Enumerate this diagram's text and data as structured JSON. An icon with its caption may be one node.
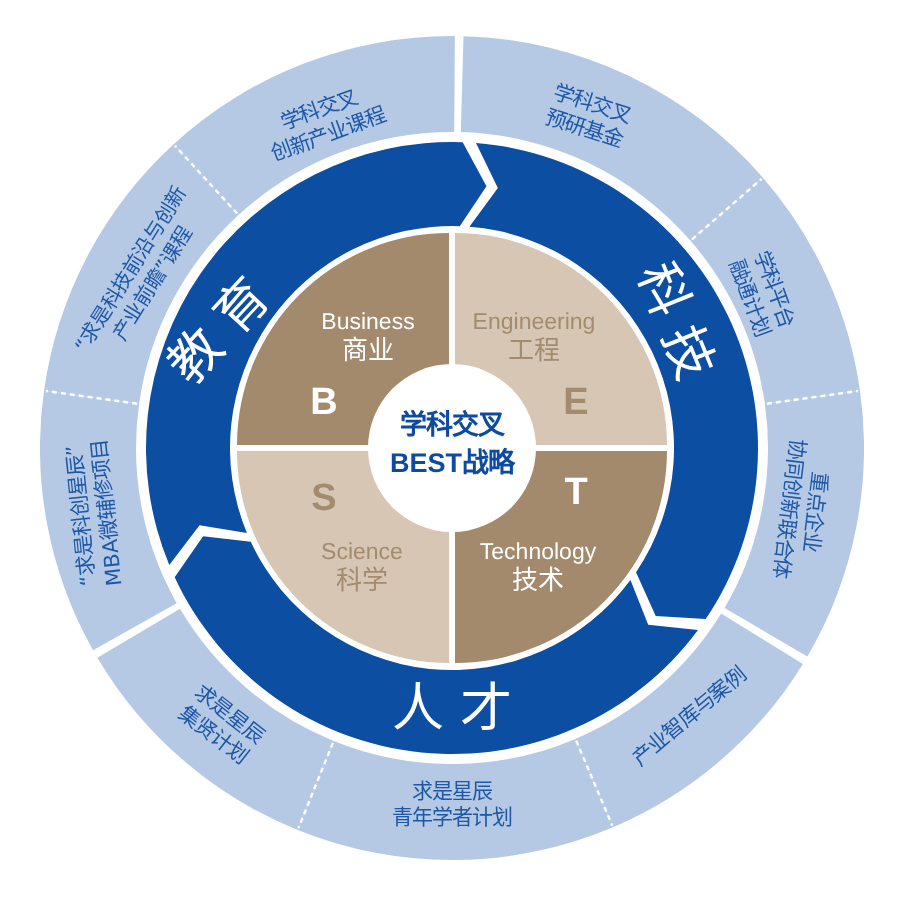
{
  "diagram": {
    "nodes": [
      {
        "text": [
          "学科交叉BEST战略"
        ]
      },
      {
        "text": [
          "Business",
          "商业",
          "B"
        ]
      },
      {
        "text": [
          "Engineering",
          "工程",
          "E"
        ]
      },
      {
        "text": [
          "S",
          "Science",
          "科学"
        ]
      },
      {
        "text": [
          "T",
          "Technology",
          "技术"
        ]
      },
      {
        "text": [
          "教育"
        ]
      },
      {
        "text": [
          "科技"
        ]
      },
      {
        "text": [
          "人才"
        ]
      },
      {
        "text": [
          "学科交叉创新产业课程"
        ]
      },
      {
        "text": [
          "学科交叉预研基金"
        ]
      },
      {
        "text": [
          "学科平台融通计划"
        ]
      },
      {
        "text": [
          "重点企业协同创新联合体"
        ]
      },
      {
        "text": [
          "产业智库与案例"
        ]
      },
      {
        "text": [
          "求是星辰青年学者计划"
        ]
      },
      {
        "text": [
          "求是星辰集贤计划"
        ]
      },
      {
        "text": [
          "“求是科创星辰”MBA微辅修项目"
        ]
      },
      {
        "text": [
          "“求是科技前沿与创新产业前瞻”课程"
        ]
      }
    ]
  }
}
